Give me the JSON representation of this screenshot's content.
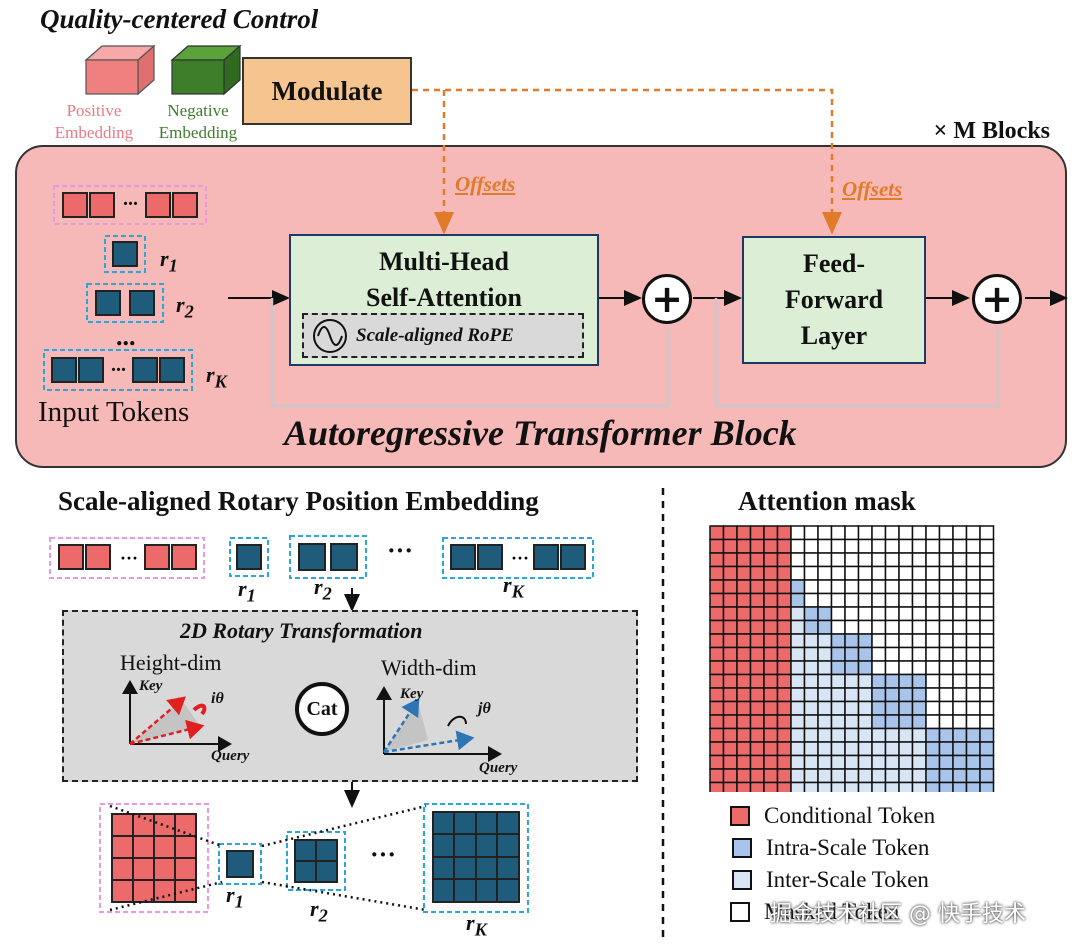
{
  "top": {
    "title": "Quality-centered Control",
    "positive_embedding": "Positive\nEmbedding",
    "negative_embedding": "Negative\nEmbedding",
    "modulate": "Modulate",
    "blocks": "× M Blocks"
  },
  "block": {
    "offsets_1": "Offsets",
    "offsets_2": "Offsets",
    "mhsa_line1": "Multi-Head",
    "mhsa_line2": "Self-Attention",
    "rope": "Scale-aligned RoPE",
    "ffn_line1": "Feed-",
    "ffn_line2": "Forward",
    "ffn_line3": "Layer",
    "plus": "+",
    "input_label": "Input Tokens",
    "r1": "r",
    "r1_sub": "1",
    "r2": "r",
    "r2_sub": "2",
    "rk": "r",
    "rk_sub": "K",
    "dots": "...",
    "caption": "Autoregressive Transformer Block"
  },
  "rope_section": {
    "title": "Scale-aligned Rotary Position Embedding",
    "rot_title": "2D Rotary Transformation",
    "height_dim": "Height-dim",
    "width_dim": "Width-dim",
    "key": "Key",
    "query": "Query",
    "i_theta": "iθ",
    "j_theta": "jθ",
    "cat": "Cat",
    "dots": "···"
  },
  "mask": {
    "title": "Attention mask",
    "legend": [
      "Conditional Token",
      "Intra-Scale Token",
      "Inter-Scale Token",
      "Masked Token"
    ]
  },
  "watermark": "掘金技术社区 @ 快手技术",
  "colors": {
    "pink_panel": "#f7b8b8",
    "positive": "#f08080",
    "negative": "#3e7d2a",
    "modulate": "#f6c58f",
    "green_box": "#dcefd6",
    "offsets": "#e07b2a",
    "token_pink": "#ec6a6a",
    "token_blue": "#1f5b7a",
    "intra": "#a9c4ea",
    "inter": "#d7e5f5"
  }
}
